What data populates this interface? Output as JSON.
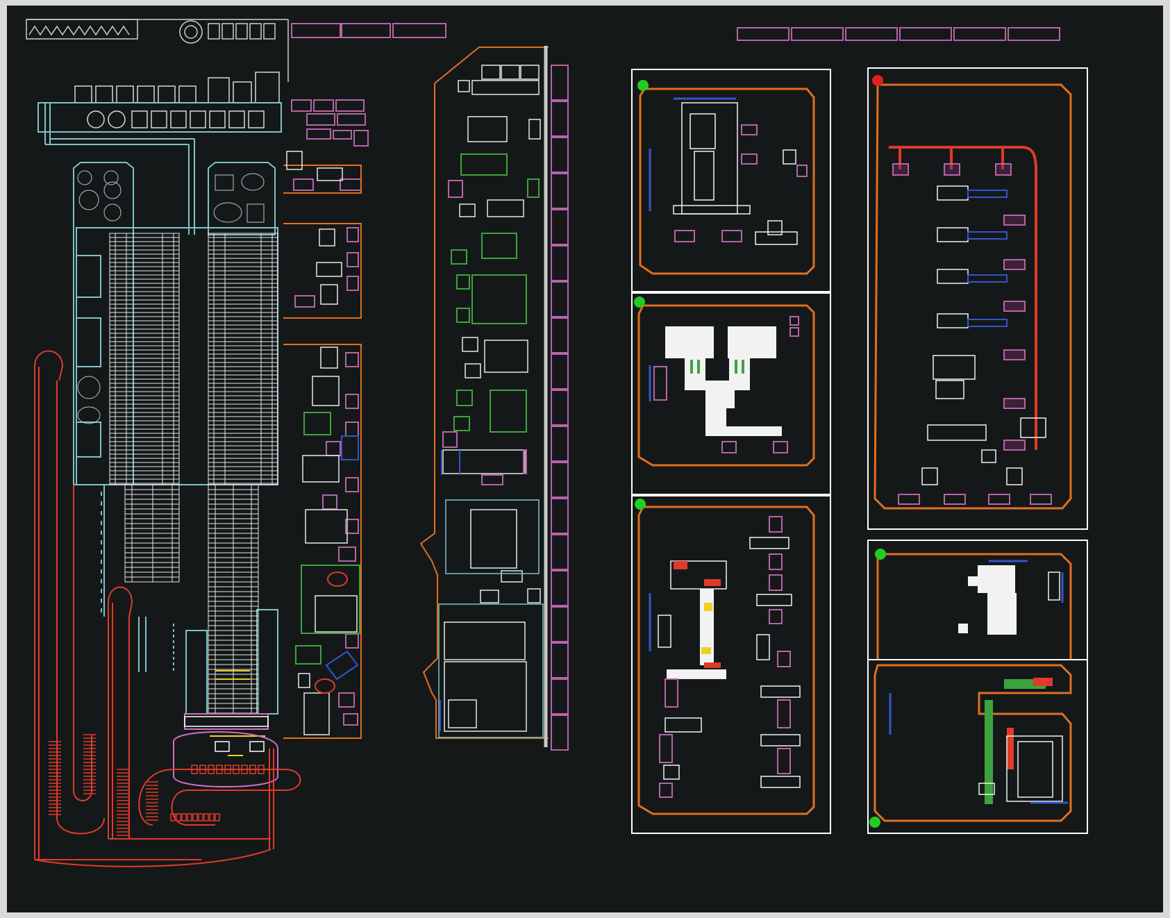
{
  "viewer": {
    "background_color": "#151819",
    "frame_color": "#d9d9d9"
  },
  "colors": {
    "building_outline": "#e0701e",
    "conveyor_teal": "#7fc4c6",
    "equipment_white": "#f2f2f2",
    "rack_magenta": "#b565a8",
    "piping_red": "#e03a2a",
    "area_green": "#3ea33e",
    "panel_border_white": "#ffffff",
    "accent_blue": "#3355cc",
    "accent_yellow": "#f0d020"
  },
  "layout_sections": [
    {
      "id": "main-production-line",
      "icon": "conveyor-grid-icon"
    },
    {
      "id": "utility-rooms-column",
      "icon": "equipment-block-icon"
    },
    {
      "id": "central-warehouse-hall",
      "icon": "rack-row-icon"
    },
    {
      "id": "red-piping-network",
      "icon": "pipe-icon"
    }
  ],
  "detail_panels": [
    {
      "id": "panel-1",
      "status": "ok",
      "status_color": "#22cc22"
    },
    {
      "id": "panel-2",
      "status": "ok",
      "status_color": "#22cc22"
    },
    {
      "id": "panel-3",
      "status": "ok",
      "status_color": "#22cc22"
    },
    {
      "id": "panel-4",
      "status": "alert",
      "status_color": "#e02020"
    },
    {
      "id": "panel-5",
      "status": "ok",
      "status_color": "#22cc22"
    },
    {
      "id": "panel-6",
      "status": "ok",
      "status_color": "#22cc22"
    }
  ]
}
